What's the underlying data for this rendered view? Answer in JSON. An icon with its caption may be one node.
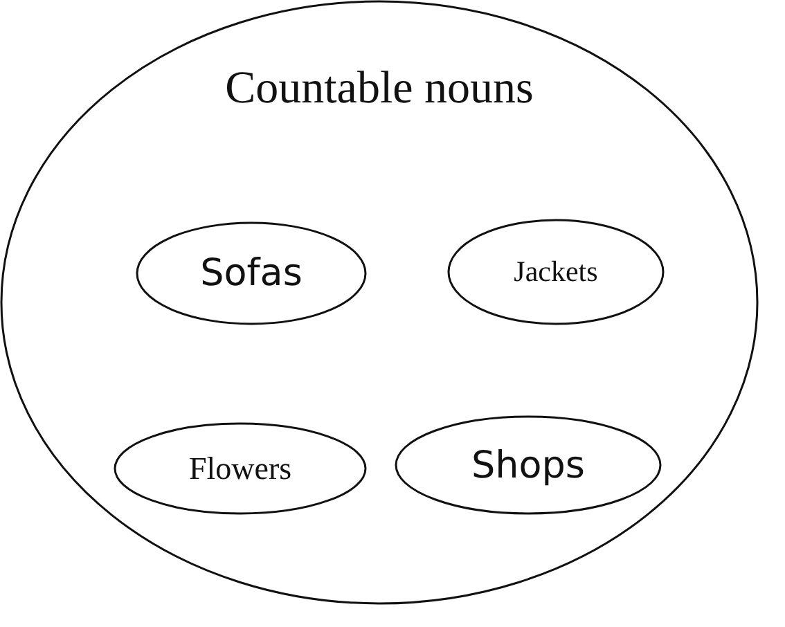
{
  "diagram": {
    "nodes": [
      {
        "text": [
          "Countable nouns"
        ]
      },
      {
        "text": [
          "Sofas"
        ],
        "in": 0
      },
      {
        "text": [
          "Jackets"
        ],
        "in": 0
      },
      {
        "text": [
          "Flowers"
        ],
        "in": 0
      },
      {
        "text": [
          "Shops"
        ],
        "in": 0
      }
    ]
  }
}
